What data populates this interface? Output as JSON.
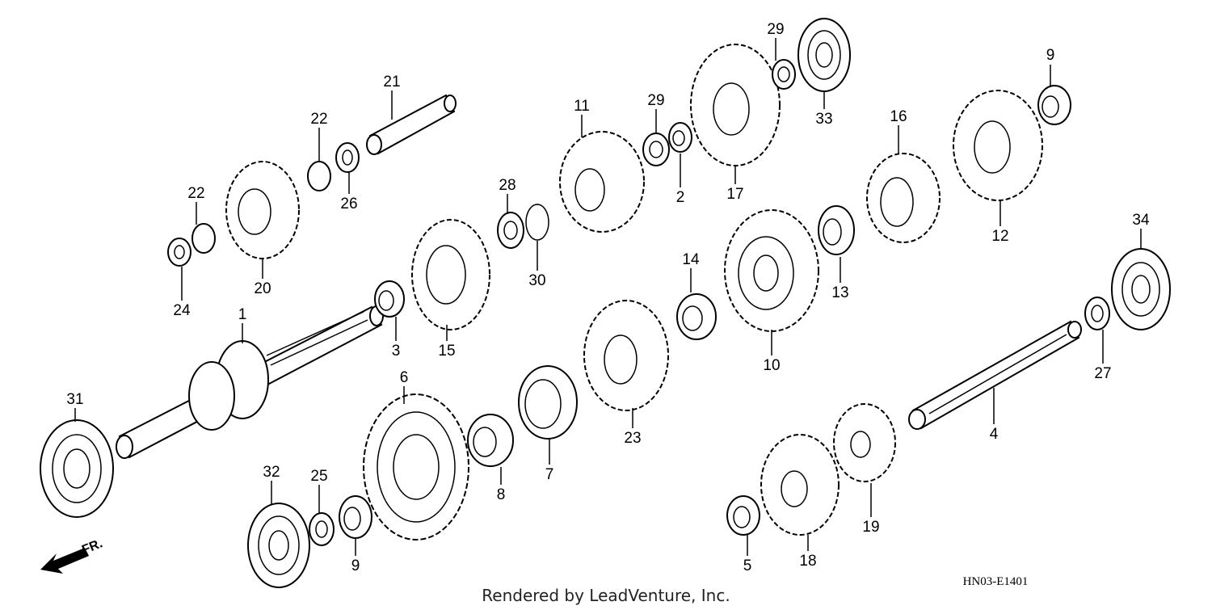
{
  "diagram": {
    "code": "HN03-E1401",
    "footer": "Rendered by LeadVenture, Inc.",
    "direction": "FR.",
    "callouts": [
      {
        "id": "c1",
        "label": "1"
      },
      {
        "id": "c2",
        "label": "2"
      },
      {
        "id": "c3",
        "label": "3"
      },
      {
        "id": "c4",
        "label": "4"
      },
      {
        "id": "c5",
        "label": "5"
      },
      {
        "id": "c6",
        "label": "6"
      },
      {
        "id": "c7",
        "label": "7"
      },
      {
        "id": "c8",
        "label": "8"
      },
      {
        "id": "c9a",
        "label": "9"
      },
      {
        "id": "c9b",
        "label": "9"
      },
      {
        "id": "c10",
        "label": "10"
      },
      {
        "id": "c11",
        "label": "11"
      },
      {
        "id": "c12",
        "label": "12"
      },
      {
        "id": "c13",
        "label": "13"
      },
      {
        "id": "c14",
        "label": "14"
      },
      {
        "id": "c15",
        "label": "15"
      },
      {
        "id": "c16",
        "label": "16"
      },
      {
        "id": "c17",
        "label": "17"
      },
      {
        "id": "c18",
        "label": "18"
      },
      {
        "id": "c19",
        "label": "19"
      },
      {
        "id": "c20",
        "label": "20"
      },
      {
        "id": "c21",
        "label": "21"
      },
      {
        "id": "c22a",
        "label": "22"
      },
      {
        "id": "c22b",
        "label": "22"
      },
      {
        "id": "c23",
        "label": "23"
      },
      {
        "id": "c24",
        "label": "24"
      },
      {
        "id": "c25",
        "label": "25"
      },
      {
        "id": "c26",
        "label": "26"
      },
      {
        "id": "c27",
        "label": "27"
      },
      {
        "id": "c28",
        "label": "28"
      },
      {
        "id": "c29a",
        "label": "29"
      },
      {
        "id": "c29b",
        "label": "29"
      },
      {
        "id": "c30",
        "label": "30"
      },
      {
        "id": "c31",
        "label": "31"
      },
      {
        "id": "c32",
        "label": "32"
      },
      {
        "id": "c33",
        "label": "33"
      },
      {
        "id": "c34",
        "label": "34"
      }
    ]
  }
}
